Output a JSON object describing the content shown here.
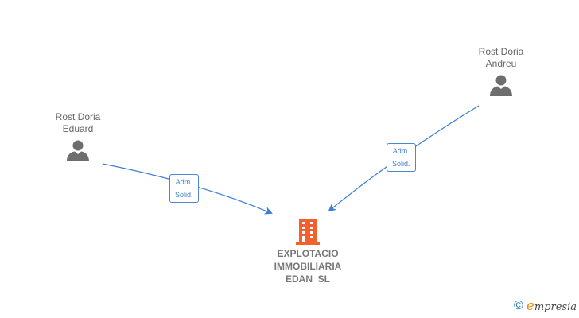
{
  "persons": [
    {
      "name_line1": "Rost Doria",
      "name_line2": "Eduard",
      "icon": "person-icon"
    },
    {
      "name_line1": "Rost Doria",
      "name_line2": "Andreu",
      "icon": "person-icon"
    }
  ],
  "relations": [
    {
      "label_line1": "Adm.",
      "label_line2": "Solid.",
      "from": "Rost Doria Eduard",
      "to": "EXPLOTACIO IMMOBILIARIA EDAN SL"
    },
    {
      "label_line1": "Adm.",
      "label_line2": "Solid.",
      "from": "Rost Doria Andreu",
      "to": "EXPLOTACIO IMMOBILIARIA EDAN SL"
    }
  ],
  "company": {
    "name_line1": "EXPLOTACIO",
    "name_line2": "IMMOBILIARIA",
    "name_line3": "EDAN  SL",
    "icon": "building-icon",
    "color": "#f4602c"
  },
  "footer": {
    "copyright": "©",
    "brand_initial": "e",
    "brand_rest": "mpresia"
  },
  "colors": {
    "edge": "#3b7fd4",
    "person_icon": "#6e6e6e",
    "text": "#666666"
  }
}
